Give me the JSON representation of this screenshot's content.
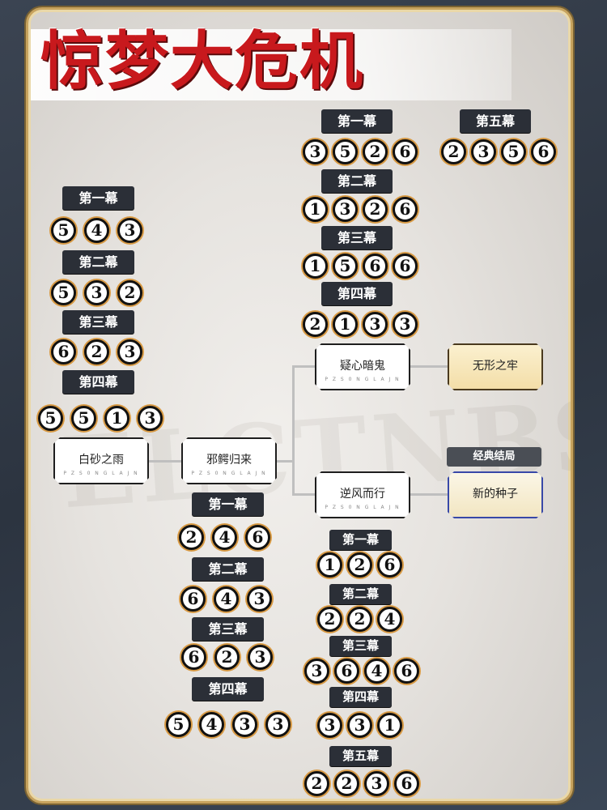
{
  "title": "惊梦大危机",
  "bg_watermark": "ELCTNBSWA",
  "nodes": {
    "baisha": "白砂之雨",
    "xiee": "邪鳄归来",
    "yixin": "疑心暗鬼",
    "nifeng": "逆风而行",
    "wuxing": "无形之牢",
    "xinde": "新的种子",
    "sub": "P Z S 0 N G L A J N"
  },
  "tag_classic": "经典结局",
  "left_column": {
    "acts": [
      {
        "label": "第一幕",
        "nums": [
          "5",
          "4",
          "3"
        ]
      },
      {
        "label": "第二幕",
        "nums": [
          "5",
          "3",
          "2"
        ]
      },
      {
        "label": "第三幕",
        "nums": [
          "6",
          "2",
          "3"
        ]
      },
      {
        "label": "第四幕",
        "nums": [
          "5",
          "5",
          "1",
          "3"
        ]
      }
    ]
  },
  "top_right": {
    "acts": [
      {
        "label": "第一幕",
        "nums": [
          "3",
          "5",
          "2",
          "6"
        ]
      },
      {
        "label": "第二幕",
        "nums": [
          "1",
          "3",
          "2",
          "6"
        ]
      },
      {
        "label": "第三幕",
        "nums": [
          "1",
          "5",
          "6",
          "6"
        ]
      },
      {
        "label": "第四幕",
        "nums": [
          "2",
          "1",
          "3",
          "3"
        ]
      }
    ],
    "act5": {
      "label": "第五幕",
      "nums": [
        "2",
        "3",
        "5",
        "6"
      ]
    }
  },
  "middle_column": {
    "acts": [
      {
        "label": "第一幕",
        "nums": [
          "2",
          "4",
          "6"
        ]
      },
      {
        "label": "第二幕",
        "nums": [
          "6",
          "4",
          "3"
        ]
      },
      {
        "label": "第三幕",
        "nums": [
          "6",
          "2",
          "3"
        ]
      },
      {
        "label": "第四幕",
        "nums": [
          "5",
          "4",
          "3",
          "3"
        ]
      }
    ]
  },
  "bottom_right": {
    "acts": [
      {
        "label": "第一幕",
        "nums": [
          "1",
          "2",
          "6"
        ]
      },
      {
        "label": "第二幕",
        "nums": [
          "2",
          "2",
          "4"
        ]
      },
      {
        "label": "第三幕",
        "nums": [
          "3",
          "6",
          "4",
          "6"
        ]
      },
      {
        "label": "第四幕",
        "nums": [
          "3",
          "3",
          "1"
        ]
      },
      {
        "label": "第五幕",
        "nums": [
          "2",
          "2",
          "3",
          "6"
        ]
      }
    ]
  }
}
